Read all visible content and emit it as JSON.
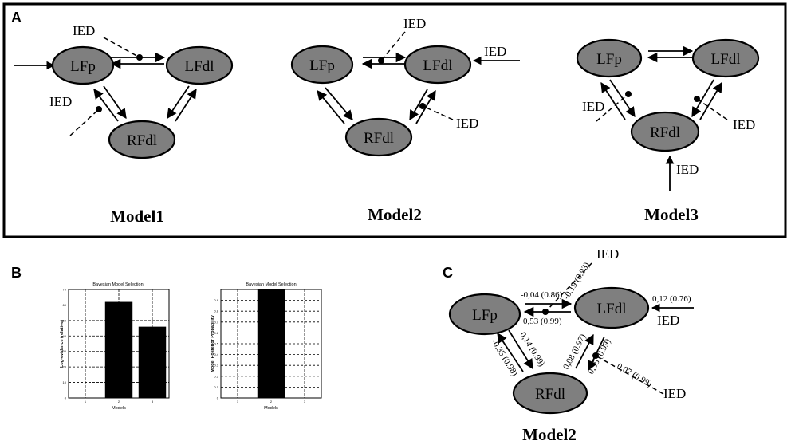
{
  "panel_a": {
    "letter": "A",
    "models": [
      {
        "title": "Model1",
        "nodes": [
          "LFp",
          "LFdl",
          "RFdl"
        ],
        "ied": [
          "IED",
          "IED"
        ]
      },
      {
        "title": "Model2",
        "nodes": [
          "LFp",
          "LFdl",
          "RFdl"
        ],
        "ied": [
          "IED",
          "IED",
          "IED"
        ]
      },
      {
        "title": "Model3",
        "nodes": [
          "LFp",
          "LFdl",
          "RFdl"
        ],
        "ied": [
          "IED",
          "IED",
          "IED"
        ]
      }
    ]
  },
  "panel_b": {
    "letter": "B",
    "charts": [
      {
        "title": "Bayesian Model Selection",
        "ylabel": "Log-evidence (relative)",
        "xlabel": "Models",
        "x_ticks": [
          "1",
          "2",
          "3"
        ],
        "y_ticks": [
          "0",
          "10",
          "20",
          "30",
          "40",
          "50",
          "60",
          "70"
        ]
      },
      {
        "title": "Bayesian Model Selection",
        "ylabel": "Model Posterior Probability",
        "xlabel": "Models",
        "x_ticks": [
          "1",
          "2",
          "3"
        ],
        "y_ticks": [
          "0",
          "0.1",
          "0.2",
          "0.3",
          "0.4",
          "0.5",
          "0.6",
          "0.7",
          "0.8",
          "0.9"
        ]
      }
    ]
  },
  "chart_data": [
    {
      "type": "bar",
      "title": "Bayesian Model Selection",
      "xlabel": "Models",
      "ylabel": "Log-evidence (relative)",
      "categories": [
        "1",
        "2",
        "3"
      ],
      "values": [
        0,
        62,
        46
      ],
      "ylim": [
        0,
        70
      ],
      "grid": true
    },
    {
      "type": "bar",
      "title": "Bayesian Model Selection",
      "xlabel": "Models",
      "ylabel": "Model Posterior Probability",
      "categories": [
        "1",
        "2",
        "3"
      ],
      "values": [
        0,
        1.0,
        0
      ],
      "ylim": [
        0,
        1.0
      ],
      "grid": true
    }
  ],
  "panel_c": {
    "letter": "C",
    "title": "Model2",
    "nodes": [
      "LFp",
      "LFdl",
      "RFdl"
    ],
    "ied": [
      "IED",
      "IED",
      "IED"
    ],
    "coefficients": {
      "lfp_to_lfdl": "-0,04 (0.86)",
      "lfdl_to_lfp": "0,53 (0.99)",
      "ied_to_top": "-0,19 (0.93)",
      "ied_to_lfdl": "0,12 (0.76)",
      "lfp_to_rfdl": "0,14 (0.99)",
      "rfdl_to_lfp": "-0,35 (0.98)",
      "rfdl_to_lfdl": "0,08 (0.97)",
      "lfdl_to_rfdl": "0,35 (0.99)",
      "ied_to_right": "0,07 (0.99)"
    }
  }
}
